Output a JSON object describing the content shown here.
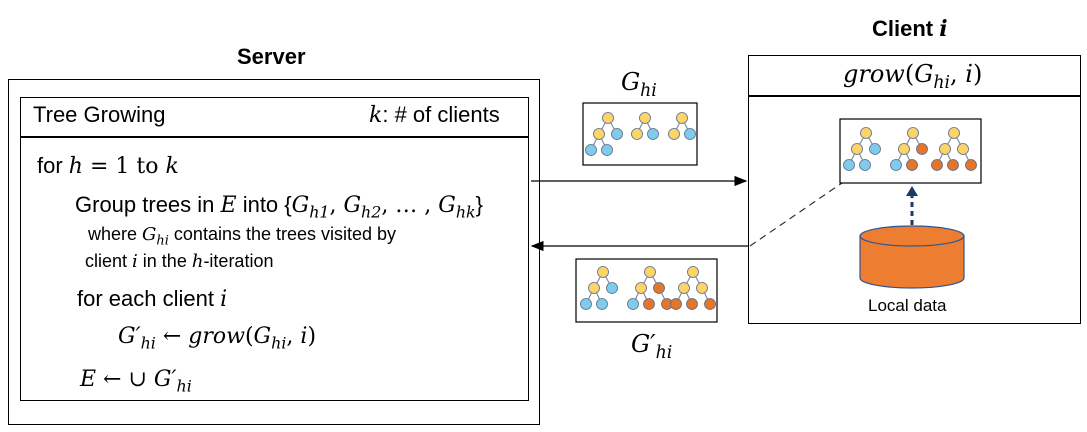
{
  "server": {
    "title": "Server",
    "panel_title": "Tree Growing",
    "k_symbol": "k",
    "k_desc": ": # of clients",
    "algorithm": {
      "line1_prefix": "for ",
      "line1_h": "h",
      "line1_mid": " = 1 to ",
      "line1_k": "k",
      "line2_prefix": "Group trees in ",
      "line2_E": "E",
      "line2_mid": " into {",
      "line2_G1": "G",
      "line2_G1_sub": "h1",
      "line2_G2": "G",
      "line2_G2_sub": "h2",
      "line2_dots": ", … , ",
      "line2_Gk": "G",
      "line2_Gk_sub": "hk",
      "line2_end": "}",
      "line3_prefix": "where ",
      "line3_G": "G",
      "line3_G_sub": "hi",
      "line3_suffix": " contains the trees visited by",
      "line4_prefix": "client ",
      "line4_i": "i",
      "line4_mid": " in the ",
      "line4_h": "h",
      "line4_suffix": "-iteration",
      "line5_prefix": "for each client ",
      "line5_i": "i",
      "line6_lhs": "G′",
      "line6_lhs_sub": "hi",
      "line6_arrow": " ← ",
      "line6_func": "grow",
      "line6_open": "(",
      "line6_G": "G",
      "line6_G_sub": "hi",
      "line6_sep": ", ",
      "line6_i": "i",
      "line6_close": ")",
      "line7_E": "E",
      "line7_mid": " ← ∪ ",
      "line7_G": "G′",
      "line7_G_sub": "hi"
    }
  },
  "client": {
    "title_prefix": "Client ",
    "title_i": "i",
    "func": "grow",
    "func_open": "(",
    "func_G": "G",
    "func_G_sub": "hi",
    "func_sep": ", ",
    "func_i": "i",
    "func_close": ")",
    "local_data_label": "Local data"
  },
  "messages": {
    "send_label": "G",
    "send_label_sub": "hi",
    "return_label": "G′",
    "return_label_sub": "hi"
  },
  "colors": {
    "node_yellow": "#FCD467",
    "node_blue": "#7FCBEA",
    "node_orange": "#E2762A",
    "database": "#ED7D31",
    "dashed_arrow": "#1F3864",
    "node_stroke": "#5A6A8A"
  }
}
